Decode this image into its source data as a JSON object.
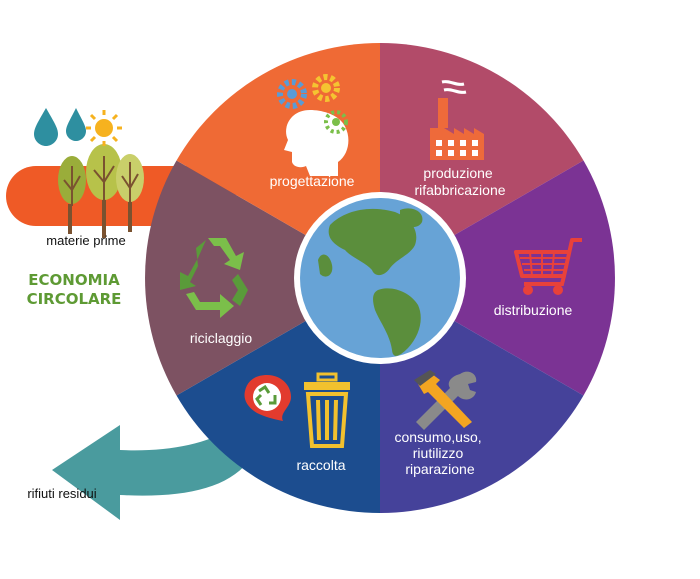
{
  "title": {
    "line1": "ECONOMIA",
    "line2": "CIRCOLARE",
    "color": "#5e9a34"
  },
  "segments": [
    {
      "id": "progettazione",
      "label_lines": [
        "progettazione"
      ],
      "color": "#b24b69",
      "icon": "head-gears-icon"
    },
    {
      "id": "produzione",
      "label_lines": [
        "produzione",
        "rifabbricazione"
      ],
      "color": "#7b3394",
      "icon": "factory-icon"
    },
    {
      "id": "distribuzione",
      "label_lines": [
        "distribuzione"
      ],
      "color": "#45429a",
      "icon": "shopping-cart-icon"
    },
    {
      "id": "consumo",
      "label_lines": [
        "consumo,uso,",
        "riutilizzo",
        "riparazione"
      ],
      "color": "#1c4d8f",
      "icon": "wrench-hammer-icon"
    },
    {
      "id": "raccolta",
      "label_lines": [
        "raccolta"
      ],
      "color": "#7d5262",
      "icon": "trash-bin-icon"
    },
    {
      "id": "riciclaggio",
      "label_lines": [
        "riciclaggio"
      ],
      "color": "#ef6a35",
      "icon": "recycle-icon"
    }
  ],
  "materie_prime": {
    "label": "materie prime",
    "bar_color": "#ef5a26"
  },
  "rifiuti_residui": {
    "label": "rifiuti residui",
    "arrow_color": "#4a9b9e"
  },
  "colors": {
    "globe_ocean": "#67a3d6",
    "globe_land": "#5b8e3c",
    "globe_ring": "#ffffff"
  }
}
